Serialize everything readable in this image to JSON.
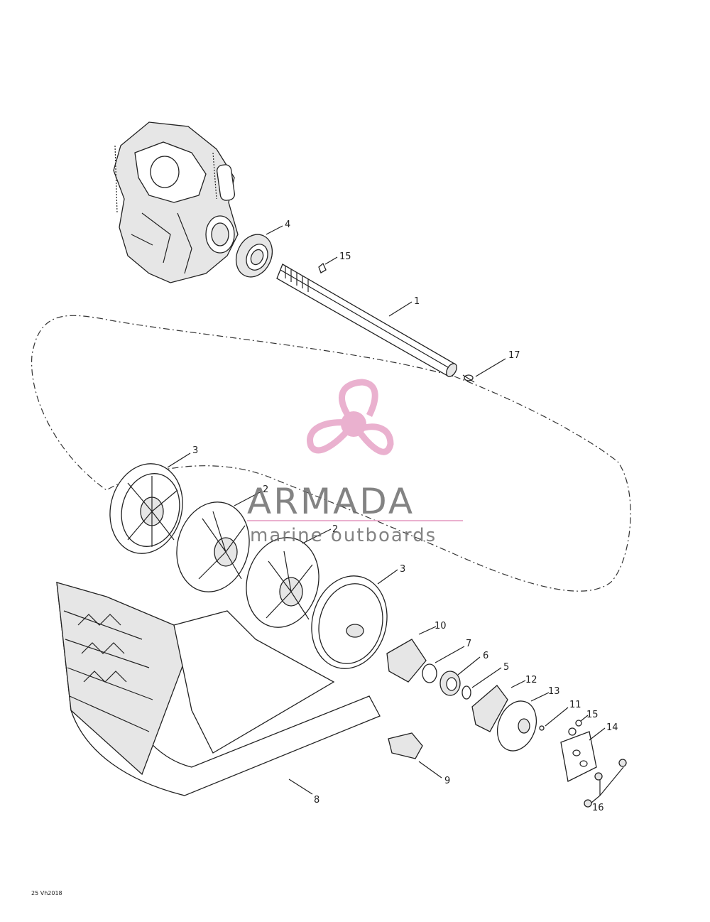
{
  "diagram_code": "25 Vh2018",
  "watermark": {
    "name": "ARMADA",
    "tagline": "marine outboards",
    "colors": {
      "logo_pink": "#e7a4c7",
      "text_gray": "#6e6e6e"
    }
  },
  "callouts": {
    "c1": "1",
    "c2a": "2",
    "c2b": "2",
    "c3a": "3",
    "c3b": "3",
    "c4": "4",
    "c5": "5",
    "c6": "6",
    "c7": "7",
    "c8": "8",
    "c9": "9",
    "c10": "10",
    "c11": "11",
    "c12": "12",
    "c13": "13",
    "c14": "14",
    "c15a": "15",
    "c15b": "15",
    "c16": "16",
    "c17": "17"
  }
}
